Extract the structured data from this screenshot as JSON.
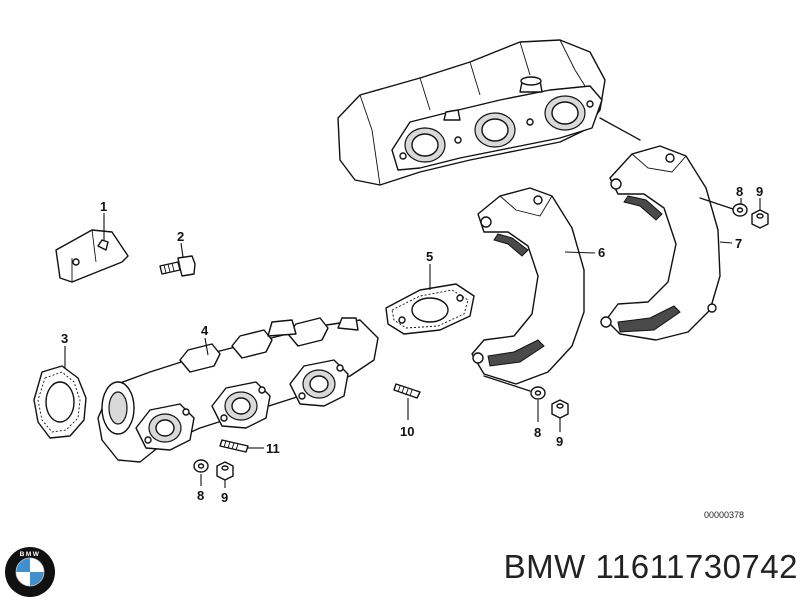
{
  "diagram": {
    "callouts": {
      "c1": "1",
      "c2": "2",
      "c3": "3",
      "c4": "4",
      "c5": "5",
      "c6": "6",
      "c7": "7",
      "c8a": "8",
      "c9a": "9",
      "c8b": "8",
      "c9b": "9",
      "c10": "10",
      "c11": "11",
      "c8c": "8",
      "c9c": "9"
    },
    "drawing_code": "00000378"
  },
  "caption": {
    "brand": "BMW",
    "part_number": "11611730742"
  },
  "logo": {
    "icon": "bmw-roundel-icon",
    "text": "BMW",
    "colors": {
      "blue": "#3f8fd1",
      "ring": "#111111",
      "white": "#ffffff"
    }
  }
}
